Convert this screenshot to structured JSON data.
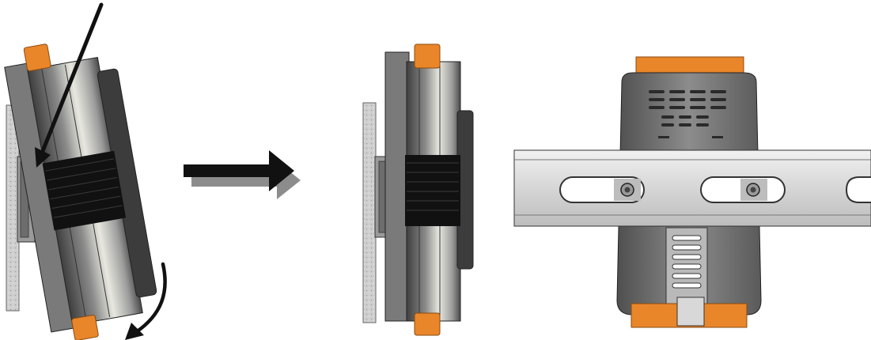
{
  "figure": {
    "description_free": true,
    "panels": [
      {
        "id": "tilted-mounting",
        "icon": "din-rail-side-tilted"
      },
      {
        "id": "mounted-side",
        "icon": "din-rail-side-mounted"
      },
      {
        "id": "mounted-front",
        "icon": "din-rail-front-mounted"
      }
    ],
    "icons": {
      "process_arrow": "right-arrow-icon",
      "push_arrow": "push-arrow-icon",
      "rotate_arrow": "curved-arrow-icon"
    },
    "colors": {
      "clip_orange": "#E9862A",
      "module_dark": "#5E5E5E",
      "module_mid": "#8E8E8E",
      "rail_light": "#E6E6E6",
      "wall_grey": "#C9C9C9",
      "arrow_black": "#111111"
    }
  }
}
